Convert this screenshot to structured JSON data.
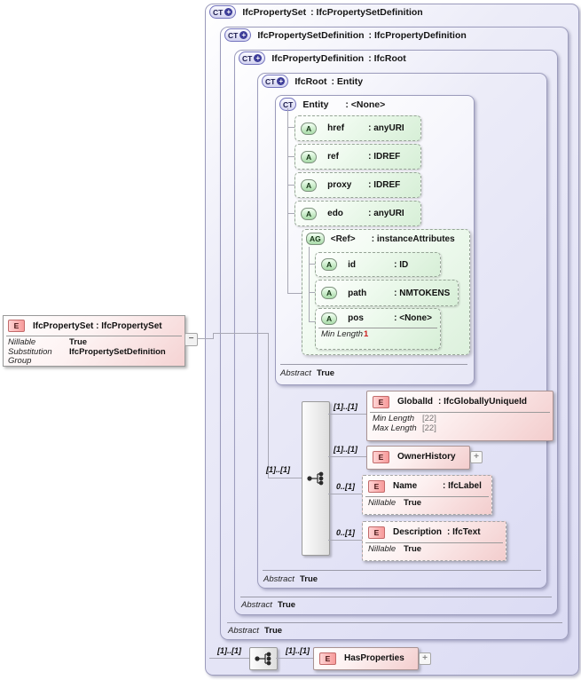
{
  "icons": {
    "ct": "CT",
    "plus": "+",
    "attribute": "A",
    "attribute_group": "AG",
    "element": "E",
    "collapse": "−",
    "expand": "+"
  },
  "cardinality": {
    "one_one": "[1]..[1]",
    "zero_one": "0..[1]"
  },
  "labels": {
    "abstract": "Abstract",
    "nillable": "Nillable",
    "true": "True",
    "min_length": "Min Length",
    "max_length": "Max Length",
    "substitution_group": "Substitution Group"
  },
  "global_element": {
    "title": "IfcPropertySet : IfcPropertySet",
    "nillable_value": "True",
    "substitution_group_value": "IfcPropertySetDefinition"
  },
  "complex_types": [
    {
      "name": "IfcPropertySet",
      "base": ": IfcPropertySetDefinition"
    },
    {
      "name": "IfcPropertySetDefinition",
      "base": ": IfcPropertyDefinition",
      "abstract": "True"
    },
    {
      "name": "IfcPropertyDefinition",
      "base": ": IfcRoot",
      "abstract": "True"
    },
    {
      "name": "IfcRoot",
      "base": ": Entity",
      "abstract": "True"
    },
    {
      "name": "Entity",
      "base": ": <None>",
      "abstract": "True"
    }
  ],
  "entity_attributes": [
    {
      "name": "href",
      "type": ": anyURI"
    },
    {
      "name": "ref",
      "type": ": IDREF"
    },
    {
      "name": "proxy",
      "type": ": IDREF"
    },
    {
      "name": "edo",
      "type": ": anyURI"
    }
  ],
  "ref_attribute_group": {
    "name": "<Ref>",
    "type": ": instanceAttributes",
    "attributes": [
      {
        "name": "id",
        "type": ": ID"
      },
      {
        "name": "path",
        "type": ": NMTOKENS"
      },
      {
        "name": "pos",
        "type": ": <None>",
        "facet_label": "Min Length",
        "facet_value": "1"
      }
    ]
  },
  "ifcroot_children": [
    {
      "name": "GlobalId",
      "type": ": IfcGloballyUniqueId",
      "cardinality": "[1]..[1]",
      "min_length_value": "[22]",
      "max_length_value": "[22]"
    },
    {
      "name": "OwnerHistory",
      "cardinality": "[1]..[1]"
    },
    {
      "name": "Name",
      "type": ": IfcLabel",
      "cardinality": "0..[1]",
      "nillable_value": "True"
    },
    {
      "name": "Description",
      "type": ": IfcText",
      "cardinality": "0..[1]",
      "nillable_value": "True"
    }
  ],
  "ifcpropertyset_children": [
    {
      "name": "HasProperties",
      "cardinality_left": "[1]..[1]",
      "cardinality_right": "[1]..[1]"
    }
  ]
}
